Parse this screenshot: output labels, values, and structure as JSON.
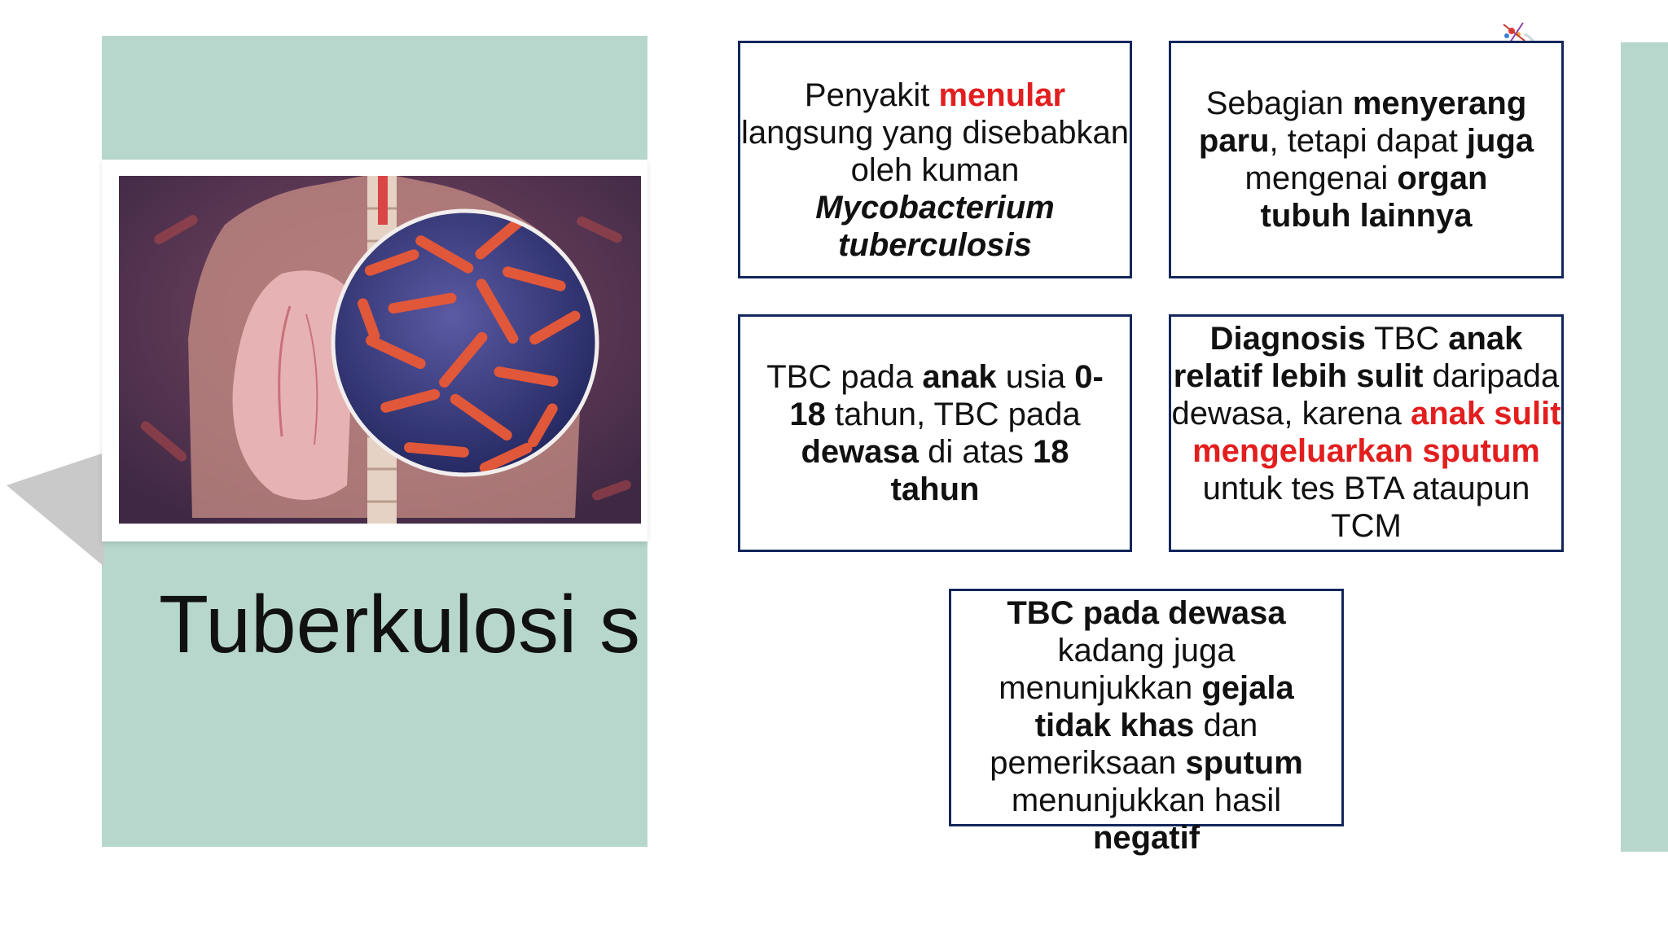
{
  "slide": {
    "title": "Tuberkulosi s",
    "colors": {
      "panel": "#b7d7cd",
      "border": "#13275c",
      "accent_red": "#e31e1e"
    },
    "image_icon": "lungs-bacteria-illustration"
  },
  "boxes": {
    "box1": {
      "t1": "Penyakit ",
      "t2": "menular",
      "t3": " langsung yang disebabkan oleh kuman ",
      "t4": "Mycobacterium tuberculosis"
    },
    "box2": {
      "t1": "Sebagian ",
      "t2": "menyerang paru",
      "t3": ", tetapi dapat ",
      "t4": "juga",
      "t5": " mengenai ",
      "t6": "organ tubuh lainnya"
    },
    "box3": {
      "t1": "TBC pada ",
      "t2": "anak",
      "t3": " usia ",
      "t4": "0-18",
      "t5": " tahun, TBC pada ",
      "t6": "dewasa",
      "t7": " di atas ",
      "t8": "18 tahun"
    },
    "box4": {
      "t1": "Diagnosis",
      "t2": " TBC ",
      "t3": "anak relatif lebih sulit",
      "t4": " daripada dewasa, karena ",
      "t5": "anak sulit mengeluarkan sputum",
      "t6": " untuk tes BTA ataupun TCM"
    },
    "box5": {
      "t1": "TBC pada dewasa",
      "t2": " kadang juga menunjukkan ",
      "t3": "gejala tidak khas",
      "t4": " dan pemeriksaan ",
      "t5": "sputum",
      "t6": " menunjukkan hasil ",
      "t7": "negatif"
    }
  }
}
